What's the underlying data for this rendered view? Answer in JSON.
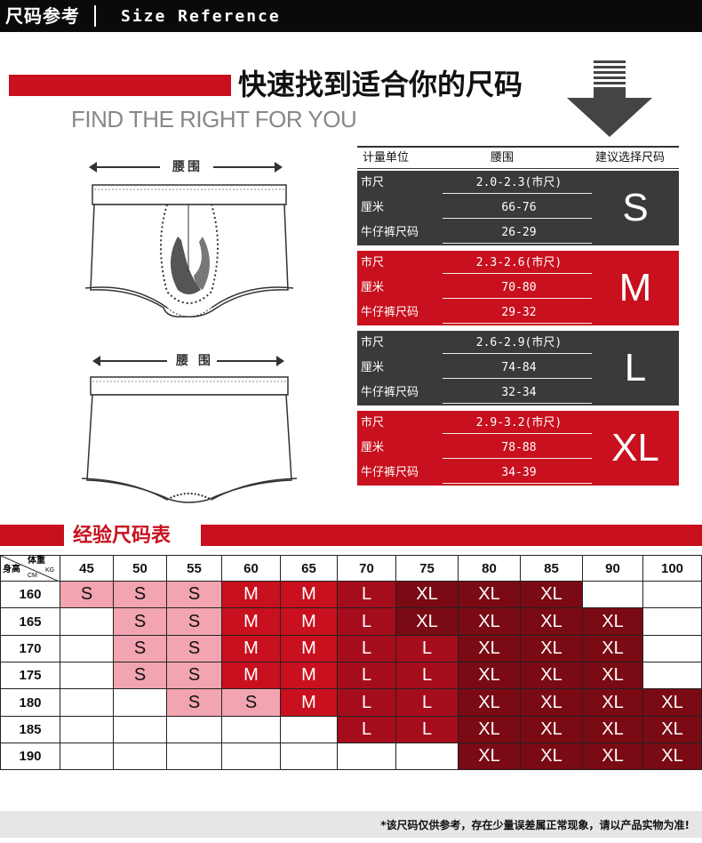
{
  "header": {
    "title_cn": "尺码参考",
    "separator": "|",
    "title_en": "Size Reference"
  },
  "title": {
    "cn": "快速找到适合你的尺码",
    "en": "FIND THE RIGHT FOR YOU"
  },
  "diagram": {
    "waist_label_1": "腰围",
    "waist_label_2": "腰 围"
  },
  "size_table": {
    "headers": [
      "计量单位",
      "腰围",
      "建议选择尺码"
    ],
    "blocks": [
      {
        "size": "S",
        "color": "#3a3a3a",
        "rows": [
          {
            "unit": "市尺",
            "value": "2.0-2.3(市尺)"
          },
          {
            "unit": "厘米",
            "value": "66-76"
          },
          {
            "unit": "牛仔裤尺码",
            "value": "26-29"
          }
        ]
      },
      {
        "size": "M",
        "color": "#c8101e",
        "rows": [
          {
            "unit": "市尺",
            "value": "2.3-2.6(市尺)"
          },
          {
            "unit": "厘米",
            "value": "70-80"
          },
          {
            "unit": "牛仔裤尺码",
            "value": "29-32"
          }
        ]
      },
      {
        "size": "L",
        "color": "#3a3a3a",
        "rows": [
          {
            "unit": "市尺",
            "value": "2.6-2.9(市尺)"
          },
          {
            "unit": "厘米",
            "value": "74-84"
          },
          {
            "unit": "牛仔裤尺码",
            "value": "32-34"
          }
        ]
      },
      {
        "size": "XL",
        "color": "#c8101e",
        "rows": [
          {
            "unit": "市尺",
            "value": "2.9-3.2(市尺)"
          },
          {
            "unit": "厘米",
            "value": "78-88"
          },
          {
            "unit": "牛仔裤尺码",
            "value": "34-39"
          }
        ]
      }
    ]
  },
  "experience": {
    "title": "经验尺码表",
    "corner_height": "身高",
    "corner_height_unit": "CM",
    "corner_weight": "体重",
    "corner_weight_unit": "KG",
    "weights": [
      "45",
      "50",
      "55",
      "60",
      "65",
      "70",
      "75",
      "80",
      "85",
      "90",
      "100"
    ],
    "heights": [
      "160",
      "165",
      "170",
      "175",
      "180",
      "185",
      "190"
    ],
    "grid": [
      [
        "S",
        "S",
        "S",
        "M",
        "M",
        "L",
        "XL",
        "XL",
        "XL",
        "",
        ""
      ],
      [
        "",
        "S",
        "S",
        "M",
        "M",
        "L",
        "XL",
        "XL",
        "XL",
        "XL",
        ""
      ],
      [
        "",
        "S",
        "S",
        "M",
        "M",
        "L",
        "L",
        "XL",
        "XL",
        "XL",
        ""
      ],
      [
        "",
        "S",
        "S",
        "M",
        "M",
        "L",
        "L",
        "XL",
        "XL",
        "XL",
        ""
      ],
      [
        "",
        "",
        "S",
        "S",
        "M",
        "L",
        "L",
        "XL",
        "XL",
        "XL",
        "XL"
      ],
      [
        "",
        "",
        "",
        "",
        "",
        "L",
        "L",
        "XL",
        "XL",
        "XL",
        "XL"
      ],
      [
        "",
        "",
        "",
        "",
        "",
        "",
        "",
        "XL",
        "XL",
        "XL",
        "XL"
      ]
    ],
    "colors": {
      "S": "#f2a4b0",
      "M": "#c8101e",
      "L": "#a50d1c",
      "XL": "#7a0a14"
    },
    "s_text_color": "#111111"
  },
  "footer": {
    "note": "*该尺码仅供参考，存在少量误差属正常现象，请以产品实物为准!"
  }
}
